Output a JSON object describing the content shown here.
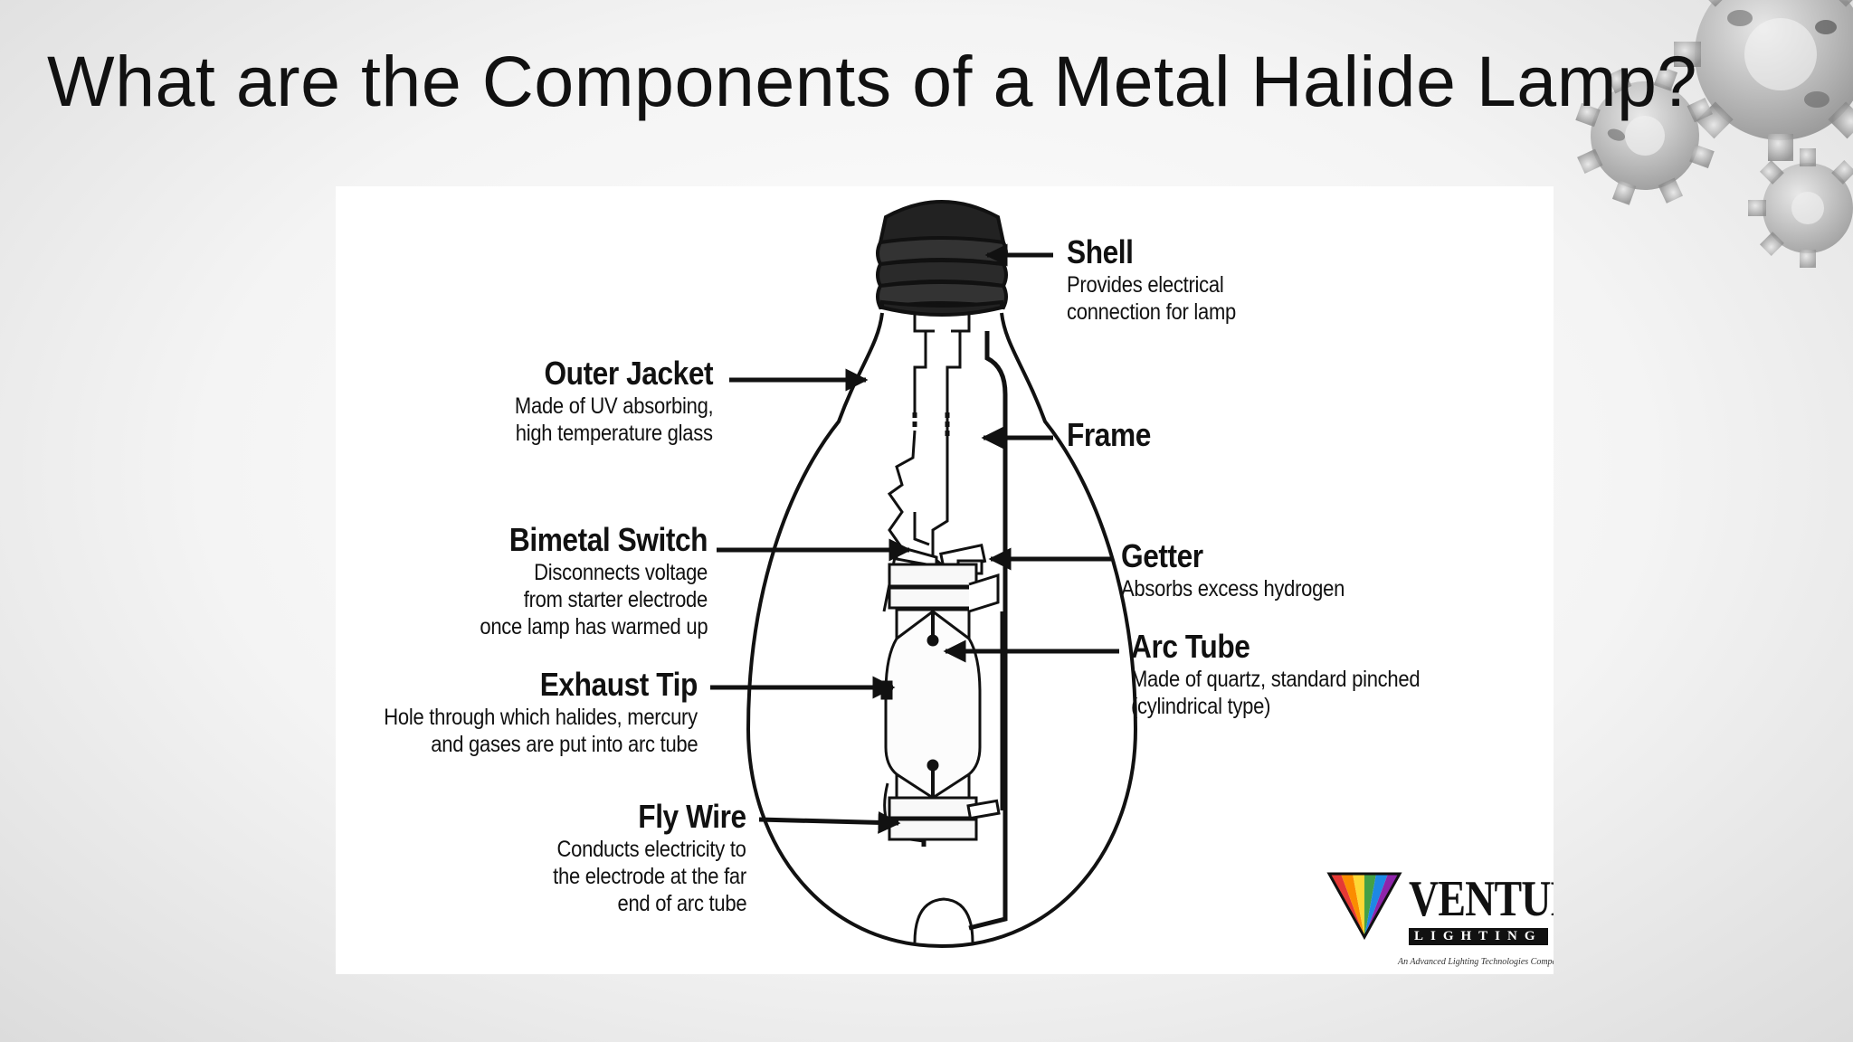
{
  "slide": {
    "title": "What are the Components of a Metal Halide Lamp?"
  },
  "diagram": {
    "labels": {
      "shell": {
        "name": "Shell",
        "desc": [
          "Provides electrical",
          "connection for lamp"
        ]
      },
      "outer_jacket": {
        "name": "Outer Jacket",
        "desc": [
          "Made of UV absorbing,",
          "high temperature glass"
        ]
      },
      "frame": {
        "name": "Frame",
        "desc": []
      },
      "bimetal_switch": {
        "name": "Bimetal Switch",
        "desc": [
          "Disconnects voltage",
          "from starter electrode",
          "once lamp has warmed up"
        ]
      },
      "getter": {
        "name": "Getter",
        "desc": [
          "Absorbs excess hydrogen"
        ]
      },
      "arc_tube": {
        "name": "Arc Tube",
        "desc": [
          "Made of quartz, standard pinched",
          "(cylindrical type)"
        ]
      },
      "exhaust_tip": {
        "name": "Exhaust Tip",
        "desc": [
          "Hole through which halides, mercury",
          "and gases are put into arc tube"
        ]
      },
      "fly_wire": {
        "name": "Fly Wire",
        "desc": [
          "Conducts electricity to",
          "the electrode at the far",
          "end of arc tube"
        ]
      }
    },
    "logo": {
      "name": "VENTURE",
      "sub": "LIGHTING",
      "tagline": "An Advanced Lighting Technologies Company",
      "colors": [
        "#e53935",
        "#fb8c00",
        "#fdd835",
        "#43a047",
        "#1e88e5",
        "#8e24aa"
      ]
    }
  }
}
